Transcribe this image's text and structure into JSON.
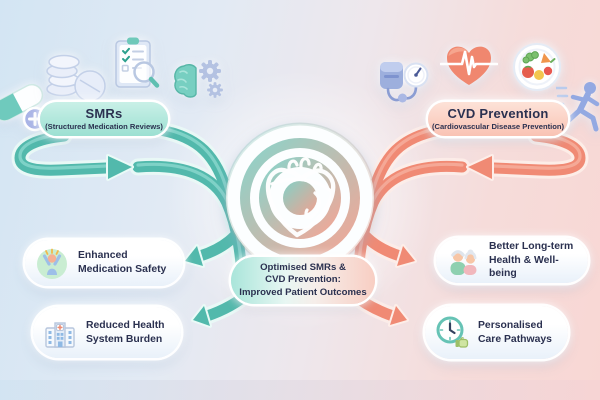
{
  "palette": {
    "teal": "#52b9ac",
    "teal_light": "#8edbd0",
    "coral": "#f08a74",
    "coral_light": "#f7b3a2",
    "text_navy": "#2b3150",
    "bg_left": "#d3e5f3",
    "bg_right": "#f8d7d4",
    "smr_badge_fill": "#aee8dc",
    "cvd_badge_fill": "#fbd4c9"
  },
  "smr_branch": {
    "badge_title": "SMRs",
    "badge_subtitle": "(Structured Medication Reviews)",
    "icons": [
      "capsule-plus-icon",
      "pills-stack-icon",
      "clipboard-checklist-icon",
      "brain-gears-icon"
    ]
  },
  "cvd_branch": {
    "badge_title": "CVD Prevention",
    "badge_subtitle": "(Cardiovascular Disease Prevention)",
    "icons": [
      "bp-monitor-icon",
      "heart-ecg-icon",
      "healthy-food-icon",
      "runner-icon"
    ]
  },
  "center": {
    "target_icon": "heart-target-icon",
    "outcome_line1": "Optimised SMRs &",
    "outcome_line2": "CVD Prevention:",
    "outcome_line3": "Improved Patient Outcomes"
  },
  "outcome_cards": {
    "left": [
      {
        "icon": "person-celebrating-icon",
        "line1": "Enhanced",
        "line2": "Medication Safety"
      },
      {
        "icon": "hospital-icon",
        "line1": "Reduced Health",
        "line2": "System Burden"
      }
    ],
    "right": [
      {
        "icon": "elderly-couple-icon",
        "line1": "Better Long-term",
        "line2": "Health & Well-being"
      },
      {
        "icon": "clock-thumbsup-icon",
        "line1": "Personalised",
        "line2": "Care Pathways"
      }
    ]
  }
}
